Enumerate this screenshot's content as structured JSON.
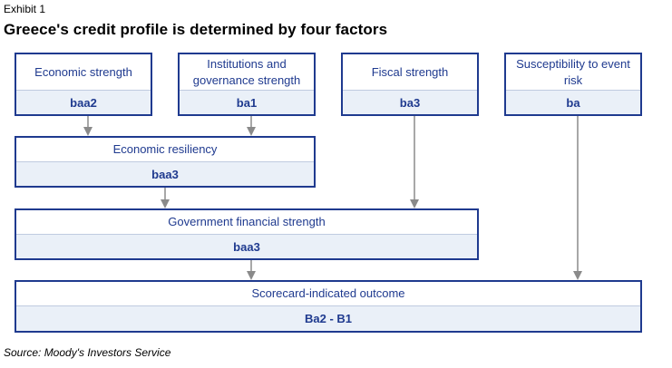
{
  "header": {
    "exhibit": "Exhibit 1",
    "title": "Greece's credit profile is determined by four factors"
  },
  "factors": [
    {
      "label": "Economic strength",
      "score": "baa2"
    },
    {
      "label": "Institutions and governance strength",
      "score": "ba1"
    },
    {
      "label": "Fiscal strength",
      "score": "ba3"
    },
    {
      "label": "Susceptibility to event risk",
      "score": "ba"
    }
  ],
  "economic_resiliency": {
    "label": "Economic resiliency",
    "score": "baa3"
  },
  "government_financial_strength": {
    "label": "Government financial strength",
    "score": "baa3"
  },
  "scorecard_outcome": {
    "label": "Scorecard-indicated outcome",
    "score": "Ba2 - B1"
  },
  "footer": {
    "source": "Source: Moody's Investors Service"
  },
  "colors": {
    "box_border": "#1f3a8f",
    "box_fill_bottom": "#eaf0f8",
    "arrow": "#8a8a8a"
  }
}
